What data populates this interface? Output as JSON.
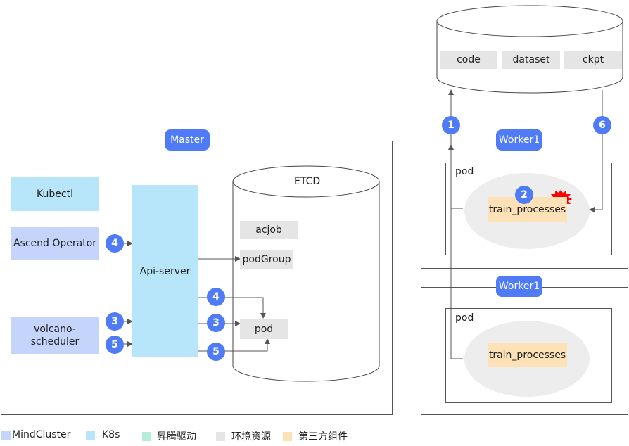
{
  "storage": {
    "items": [
      "code",
      "dataset",
      "ckpt"
    ]
  },
  "master": {
    "title": "Master",
    "kubectl": "Kubectl",
    "ascend_operator": "Ascend Operator",
    "volcano_scheduler_line1": "volcano-",
    "volcano_scheduler_line2": "scheduler",
    "api_server": "Api-server",
    "etcd": {
      "title": "ETCD",
      "acjob": "acjob",
      "podgroup": "podGroup",
      "pod": "pod"
    }
  },
  "workers": [
    {
      "title": "Worker1",
      "pod_label": "pod",
      "process": "train_processes"
    },
    {
      "title": "Worker1",
      "pod_label": "pod",
      "process": "train_processes"
    }
  ],
  "steps": {
    "s1": "1",
    "s2": "2",
    "s3a": "3",
    "s3b": "3",
    "s4a": "4",
    "s4b": "4",
    "s5a": "5",
    "s5b": "5",
    "s6": "6"
  },
  "legend": [
    {
      "label": "MindCluster",
      "color": "#c5d4fb"
    },
    {
      "label": "K8s",
      "color": "#b7e6fb"
    },
    {
      "label": "昇腾驱动",
      "color": "#b6ecdb"
    },
    {
      "label": "环境资源",
      "color": "#e5e5e5"
    },
    {
      "label": "第三方组件",
      "color": "#fde2b8"
    }
  ],
  "colors": {
    "accent": "#4f7cf6",
    "fault": "#ff0000"
  }
}
